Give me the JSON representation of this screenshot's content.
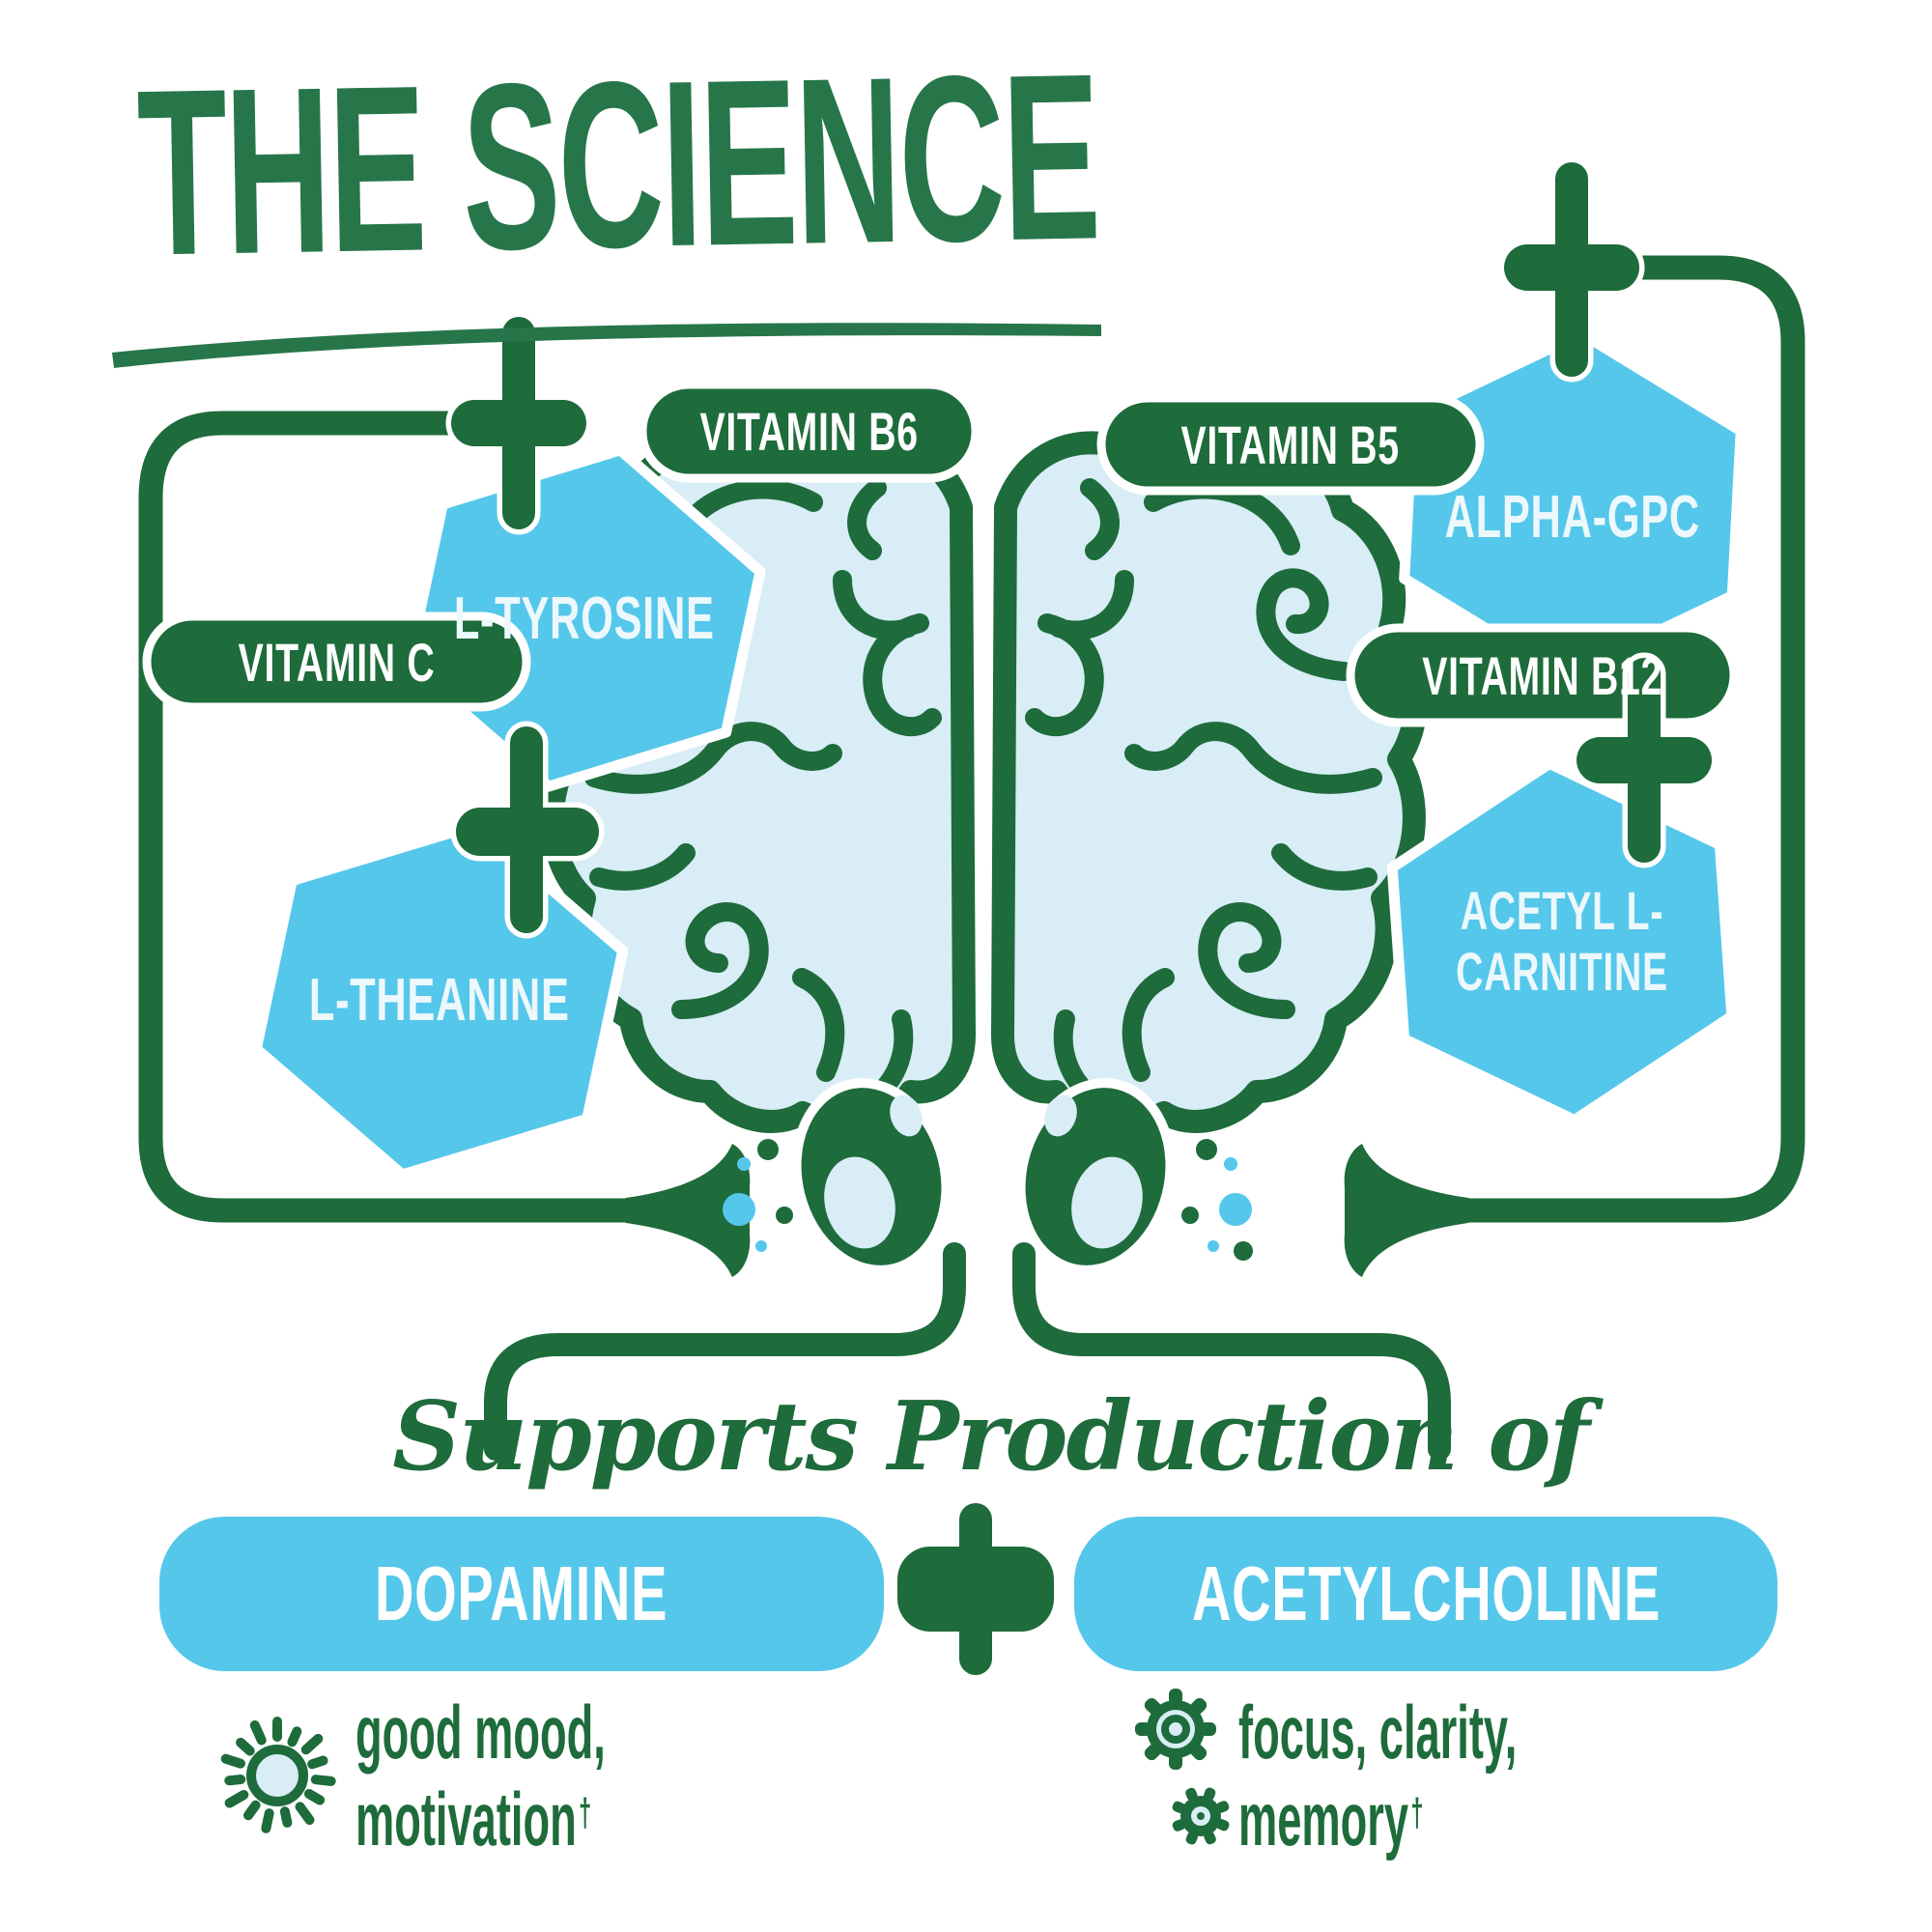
{
  "title": "THE SCIENCE",
  "colors": {
    "green": "#1e6b3b",
    "title_green": "#27764a",
    "blue": "#55c7ea",
    "pale_blue": "#d8edf6",
    "label_white": "#ffffff"
  },
  "ingredients": {
    "left": {
      "vitamin_b6": "VITAMIN B6",
      "l_tyrosine": "L-TYROSINE",
      "vitamin_c": "VITAMIN C",
      "l_theanine": "L-THEANINE"
    },
    "right": {
      "vitamin_b5": "VITAMIN B5",
      "alpha_gpc": "ALPHA-GPC",
      "vitamin_b12": "VITAMIN B12",
      "acetyl_l_carnitine": {
        "line1": "ACETYL L-",
        "line2": "CARNITINE"
      }
    }
  },
  "production": {
    "caption": "Supports Production of",
    "left_neurotransmitter": "DOPAMINE",
    "right_neurotransmitter": "ACETYLCHOLINE"
  },
  "outcomes": {
    "dopamine": {
      "line1": "good mood,",
      "line2": "motivation",
      "footnote_symbol": "†"
    },
    "acetylcholine": {
      "line1": "focus, clarity,",
      "line2": "memory",
      "footnote_symbol": "†"
    }
  },
  "icons": {
    "center": "brain-icon",
    "connectors": "plus-icon",
    "left_terminal": "synapse-terminal-icon",
    "right_terminal": "synapse-terminal-icon",
    "bottom_left": "sun-icon",
    "bottom_right": "gears-icon",
    "bracket": "underbrace-icon"
  }
}
